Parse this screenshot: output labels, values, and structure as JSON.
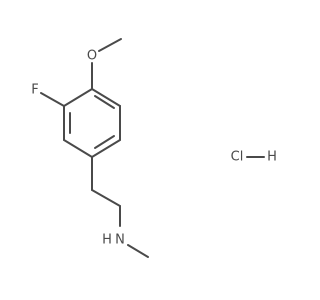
{
  "molecule": {
    "atoms": {
      "oxygen": "O",
      "fluorine": "F",
      "nitrogen_hydrogen": "H",
      "nitrogen": "N",
      "hydrochloride_chlorine": "Cl",
      "hydrochloride_hydrogen": "H"
    }
  }
}
